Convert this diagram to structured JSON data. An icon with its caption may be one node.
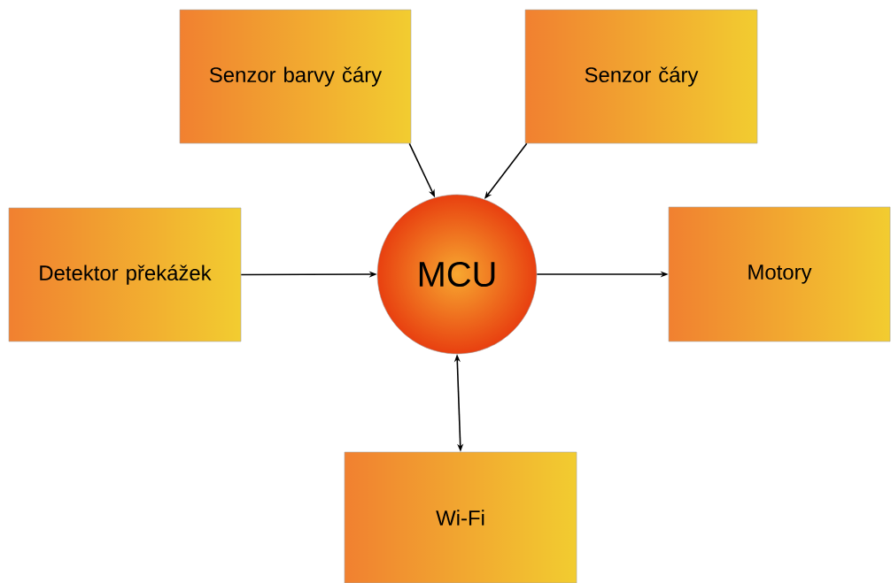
{
  "diagram": {
    "nodes": [
      {
        "text": [
          "Senzor barvy čáry"
        ]
      },
      {
        "text": [
          "Senzor čáry"
        ]
      },
      {
        "text": [
          "Detektor překážek"
        ]
      },
      {
        "text": [
          "MCU"
        ]
      },
      {
        "text": [
          "Motory"
        ]
      },
      {
        "text": [
          "Wi-Fi"
        ]
      }
    ],
    "edges": [
      {
        "from": 0,
        "to": 3,
        "arrow": "to"
      },
      {
        "from": 1,
        "to": 3,
        "arrow": "to"
      },
      {
        "from": 2,
        "to": 3,
        "arrow": "to"
      },
      {
        "from": 3,
        "to": 4,
        "arrow": "to"
      },
      {
        "from": 3,
        "to": 5,
        "arrow": "both"
      }
    ]
  }
}
